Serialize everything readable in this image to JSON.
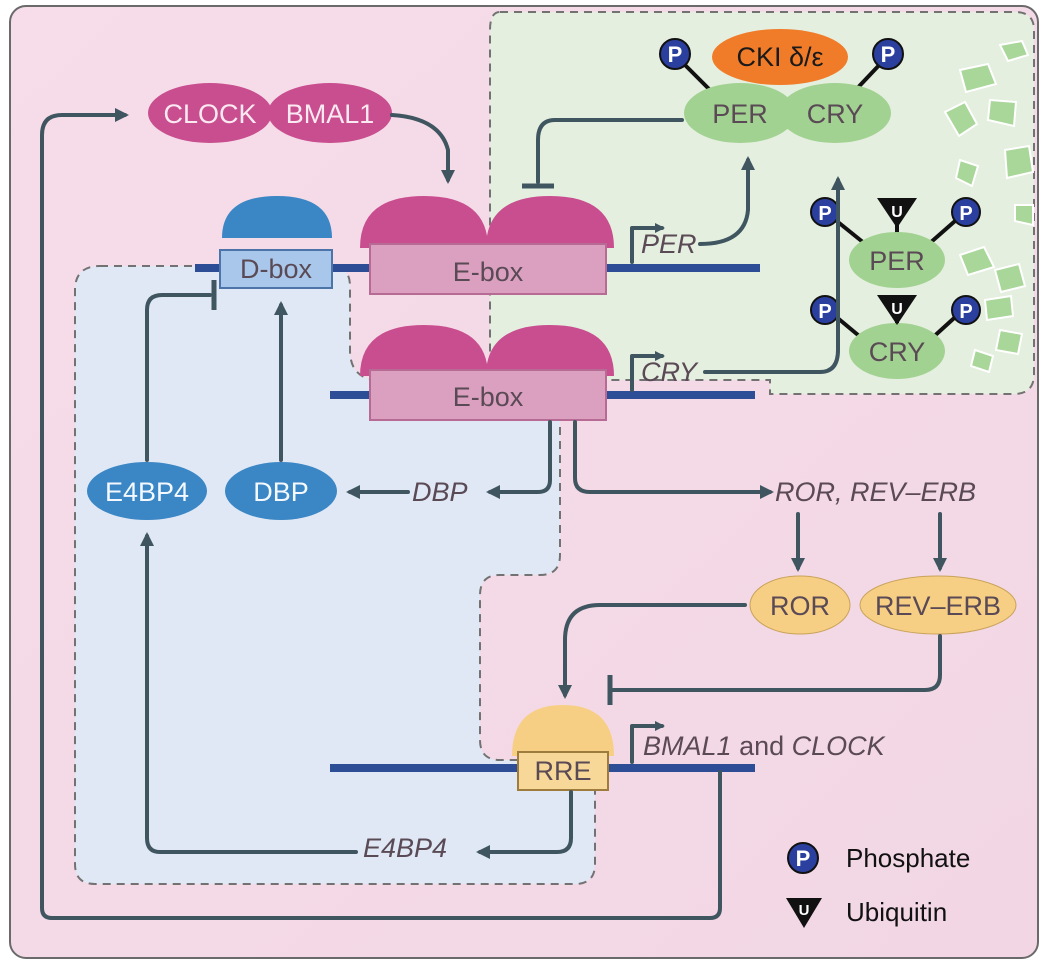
{
  "labels": {
    "clock": "CLOCK",
    "bmal1": "BMAL1",
    "dbox": "D-box",
    "ebox1": "E-box",
    "ebox2": "E-box",
    "per_gene": "PER",
    "cry_gene": "CRY",
    "dbp_gene": "DBP",
    "ror_reverb_genes": "ROR, REV–ERB",
    "e4bp4_gene": "E4BP4",
    "bmal1_clock_genes_a": "BMAL1",
    "bmal1_clock_genes_b": "and",
    "bmal1_clock_genes_c": "CLOCK",
    "per_protein": "PER",
    "cry_protein": "CRY",
    "ckid_e": "CKI δ/ε",
    "per_protein_2": "PER",
    "cry_protein_2": "CRY",
    "e4bp4_protein": "E4BP4",
    "dbp_protein": "DBP",
    "ror_protein": "ROR",
    "reverb_protein": "REV–ERB",
    "rre": "RRE"
  },
  "marks": {
    "phosphate_symbol": "P",
    "ubiquitin_symbol": "U"
  },
  "legend": {
    "phosphate": "Phosphate",
    "ubiquitin": "Ubiquitin"
  },
  "colors": {
    "background": "#f4dde8",
    "blue_region": "#e3ecf7",
    "green_region": "#e5f1df",
    "dna": "#2d4d96",
    "magenta": "#c94e8f",
    "pink_box": "#dba0c0",
    "blue_protein": "#3b86c4",
    "green_protein": "#a2d291",
    "yellow_protein": "#f7cf84",
    "orange": "#f07c2a",
    "phosphate": "#2b3f9e"
  }
}
